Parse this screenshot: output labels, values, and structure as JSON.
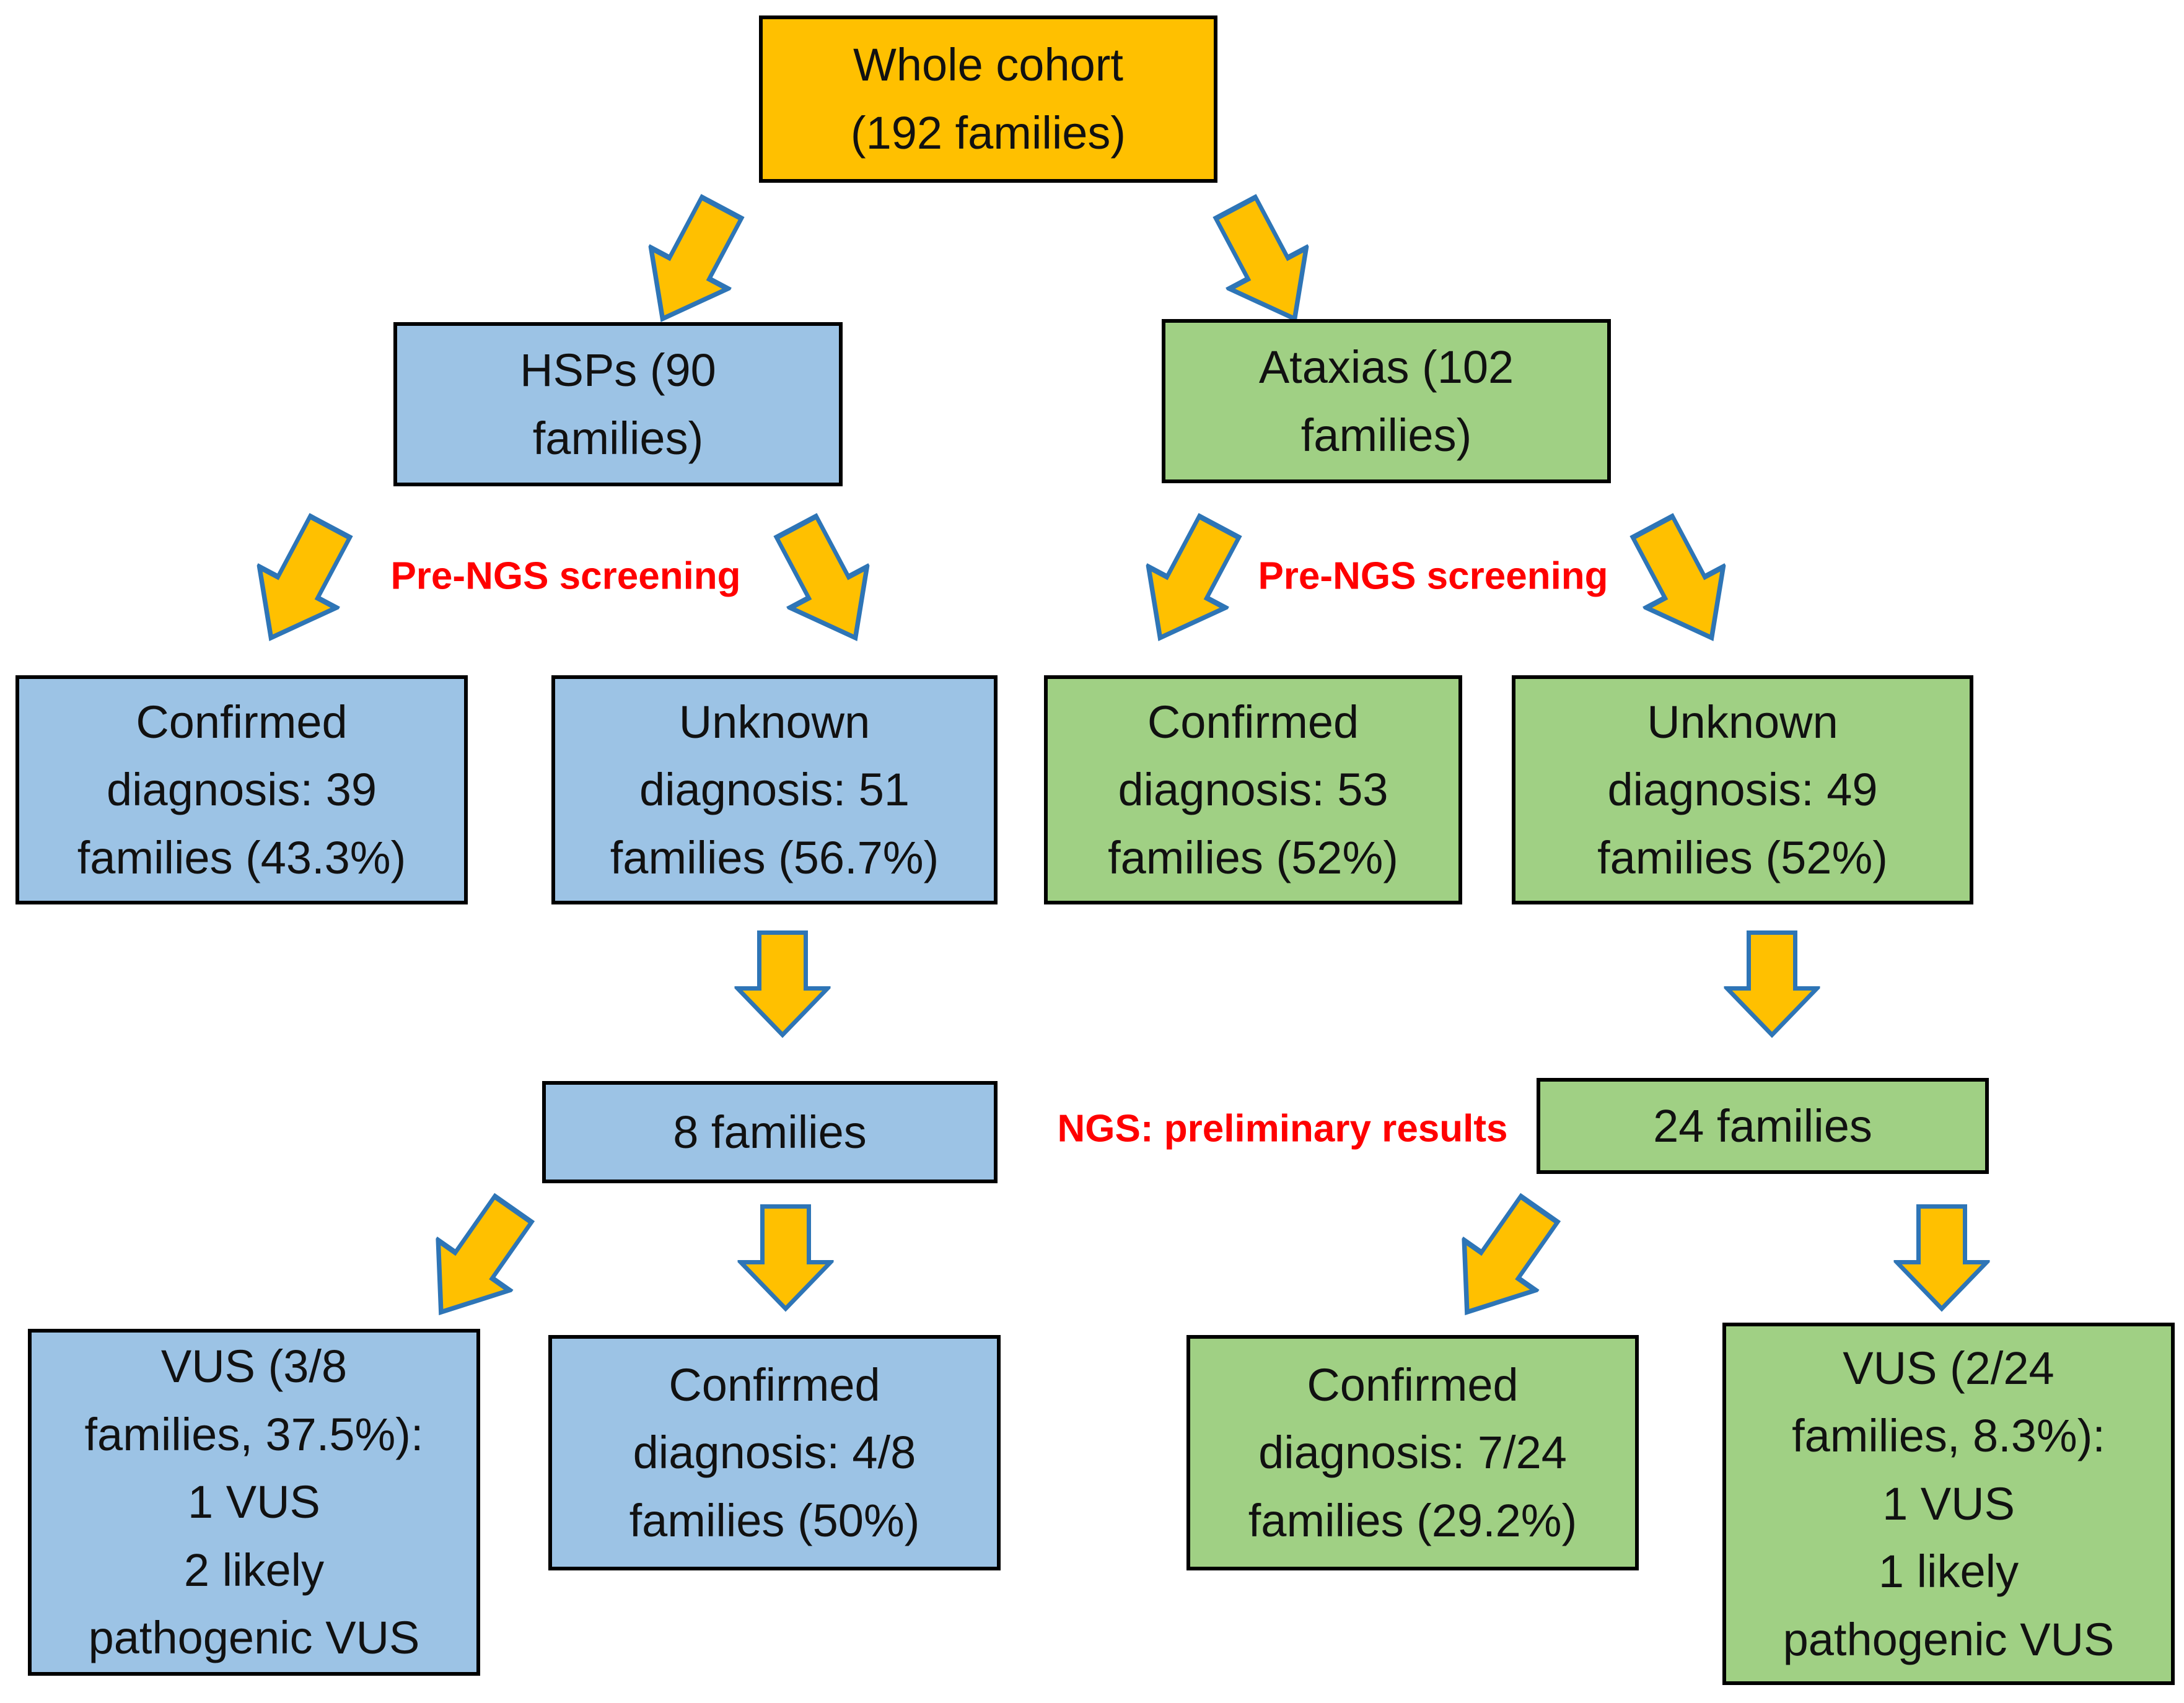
{
  "figure": {
    "background": "#FFFFFF",
    "colors": {
      "cohort_fill": "#FFC000",
      "hsp_fill": "#9CC3E5",
      "ataxia_fill": "#A0D084",
      "box_border": "#000000",
      "arrow_fill": "#FFC000",
      "arrow_border": "#2E75B6",
      "stage_label_color": "#FF0000"
    },
    "nodes": {
      "whole_cohort": {
        "label": "Whole cohort\n(192 families)"
      },
      "hsps": {
        "label": "HSPs (90\nfamilies)"
      },
      "ataxias": {
        "label": "Ataxias (102\nfamilies)"
      },
      "hsp_confirmed": {
        "label": "Confirmed\ndiagnosis: 39\nfamilies (43.3%)"
      },
      "hsp_unknown": {
        "label": "Unknown\ndiagnosis: 51\nfamilies (56.7%)"
      },
      "ataxia_confirmed": {
        "label": "Confirmed\ndiagnosis: 53\nfamilies (52%)"
      },
      "ataxia_unknown": {
        "label": "Unknown\ndiagnosis: 49\nfamilies (52%)"
      },
      "hsp_ngs_cohort": {
        "label": "8 families"
      },
      "ataxia_ngs_cohort": {
        "label": "24 families"
      },
      "hsp_vus": {
        "label": "VUS (3/8\nfamilies, 37.5%):\n1 VUS\n2 likely\npathogenic VUS"
      },
      "hsp_ngs_confirmed": {
        "label": "Confirmed\ndiagnosis: 4/8\nfamilies (50%)"
      },
      "ataxia_ngs_confirmed": {
        "label": "Confirmed\ndiagnosis: 7/24\nfamilies (29.2%)"
      },
      "ataxia_vus": {
        "label": "VUS (2/24\nfamilies, 8.3%):\n1 VUS\n1 likely\npathogenic VUS"
      }
    },
    "stage_labels": {
      "pre_ngs_left": "Pre-NGS screening",
      "pre_ngs_right": "Pre-NGS screening",
      "ngs_preliminary": "NGS: preliminary results"
    }
  }
}
